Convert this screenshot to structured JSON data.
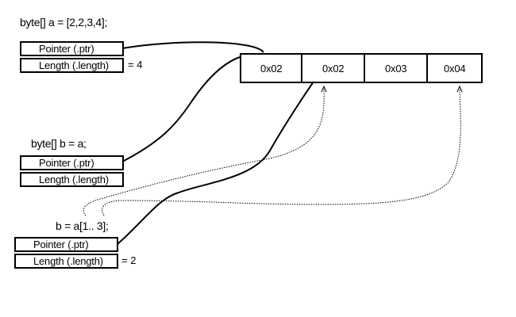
{
  "declarations": {
    "a": {
      "code": "byte[] a = [2,2,3,4];",
      "pointer_label": "Pointer (.ptr)",
      "length_label": "Length (.length)",
      "length_value": "= 4"
    },
    "b": {
      "code": "byte[] b = a;",
      "pointer_label": "Pointer (.ptr)",
      "length_label": "Length (.length)"
    },
    "slice": {
      "code": "b = a[1.. 3];",
      "pointer_label": "Pointer (.ptr)",
      "length_label": "Length (.length)",
      "length_value": "= 2"
    }
  },
  "memory": {
    "cells": [
      "0x02",
      "0x02",
      "0x03",
      "0x04"
    ]
  }
}
